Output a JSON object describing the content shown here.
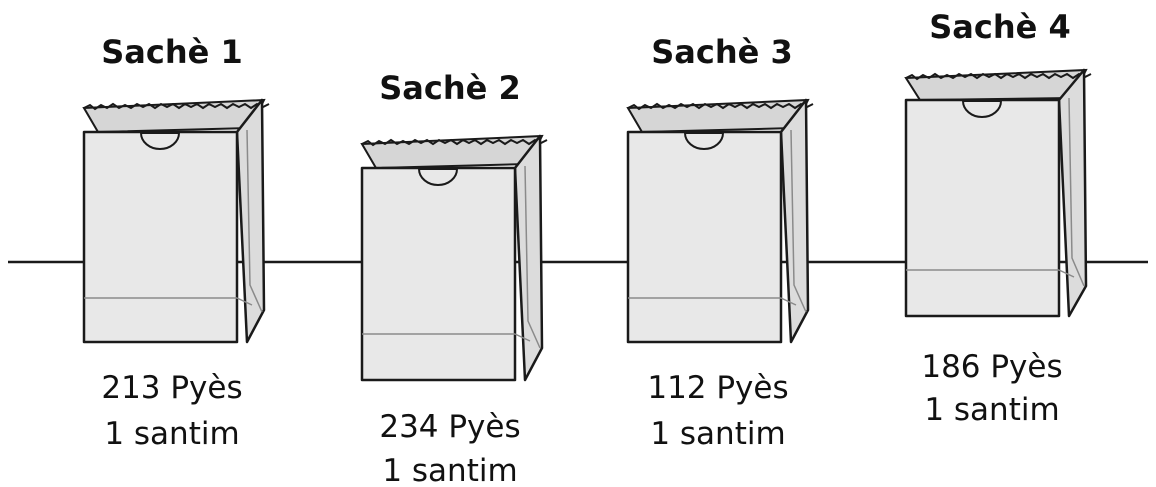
{
  "bags": [
    {
      "title": "Sachè 1",
      "count": "213 Pyès",
      "price": "1 santim"
    },
    {
      "title": "Sachè 2",
      "count": "234 Pyès",
      "price": "1 santim"
    },
    {
      "title": "Sachè 3",
      "count": "112 Pyès",
      "price": "1 santim"
    },
    {
      "title": "Sachè 4",
      "count": "186 Pyès",
      "price": "1 santim"
    }
  ]
}
